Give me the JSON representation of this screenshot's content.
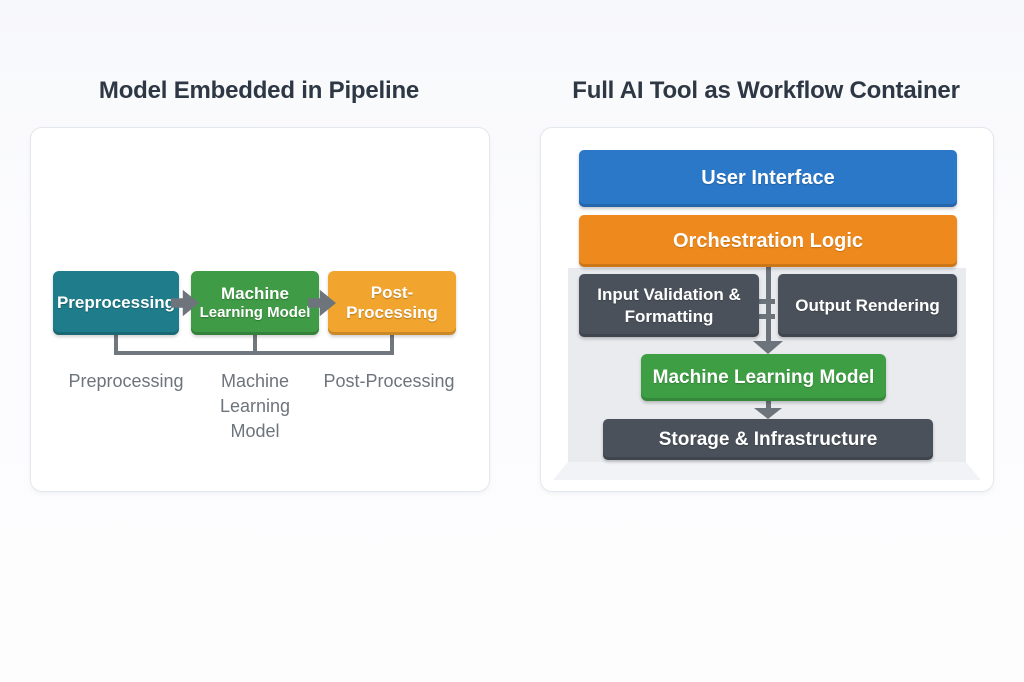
{
  "colors": {
    "left_teal": "#1f7c8b",
    "left_green": "#3f9b45",
    "left_amber": "#f1a42e",
    "right_blue": "#2b77c8",
    "right_orange": "#ee8a1d",
    "right_slate": "#4a515a",
    "right_green": "#3e9e44",
    "connector_gray": "#6e747c",
    "title_text": "#2e3744",
    "caption_text": "#6e747c"
  },
  "left_panel": {
    "title": "Model Embedded in Pipeline",
    "boxes": [
      {
        "line1": "Preprocessing",
        "line2": ""
      },
      {
        "line1": "Machine",
        "line2": "Learning Model"
      },
      {
        "line1": "Post-",
        "line2": "Processing"
      }
    ],
    "captions": [
      "Preprocessing",
      "Machine\nLearning\nModel",
      "Post-Processing"
    ]
  },
  "right_panel": {
    "title": "Full AI Tool as Workflow Container",
    "layers": {
      "user_interface": "User Interface",
      "orchestration": "Orchestration Logic",
      "input_validation": "Input Validation &\nFormatting",
      "output_rendering": "Output Rendering",
      "ml_model": "Machine Learning Model",
      "storage": "Storage & Infrastructure"
    }
  }
}
